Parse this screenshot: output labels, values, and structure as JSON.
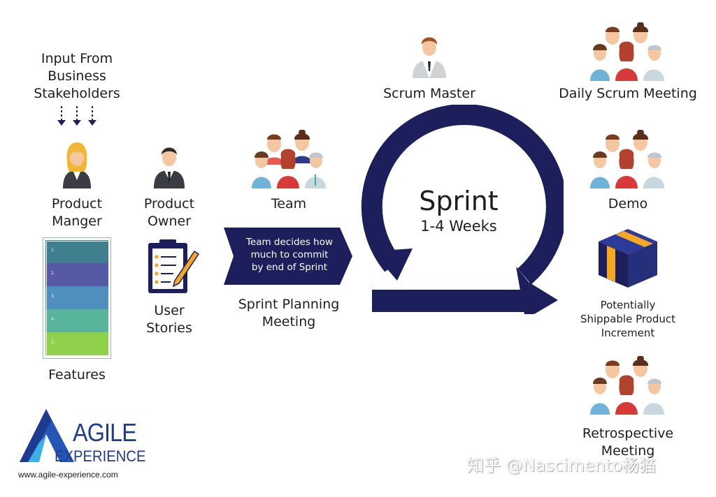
{
  "stakeholders": {
    "label": "Input From\nBusiness\nStakeholders"
  },
  "product_manager": {
    "label": "Product\nManger"
  },
  "product_owner": {
    "label": "Product\nOwner"
  },
  "user_stories": {
    "label": "User\nStories"
  },
  "features": {
    "label": "Features",
    "items": [
      "1.",
      "2.",
      "3.",
      "4.",
      "5."
    ],
    "colors": [
      "#3f7f8e",
      "#5659a6",
      "#4f8fbf",
      "#58b59c",
      "#8fd14a"
    ]
  },
  "team": {
    "label": "Team"
  },
  "planning": {
    "banner": "Team decides how\nmuch to commit\nby end of Sprint",
    "label": "Sprint Planning\nMeeting"
  },
  "sprint": {
    "title": "Sprint",
    "duration": "1-4 Weeks"
  },
  "scrum_master": {
    "label": "Scrum Master"
  },
  "daily_scrum": {
    "label": "Daily Scrum Meeting"
  },
  "demo": {
    "label": "Demo"
  },
  "increment": {
    "label": "Potentially\nShippable Product\nIncrement"
  },
  "retrospective": {
    "label": "Retrospective\nMeeting"
  },
  "logo": {
    "word1": "AGILE",
    "word2": "EXPERIENCE",
    "url": "www.agile-experience.com"
  },
  "watermark": "知乎 @Nascimento杨猫",
  "colors": {
    "navy": "#1c1f5c",
    "accent": "#f5a623",
    "logo_blue": "#1f3b8f"
  }
}
